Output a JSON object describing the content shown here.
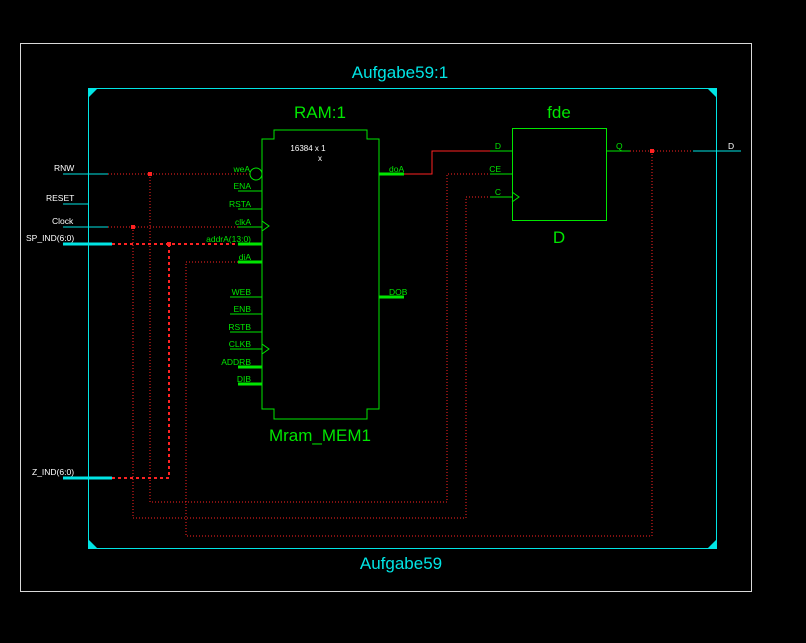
{
  "schematic": {
    "instance_title": "Aufgabe59:1",
    "module_name": "Aufgabe59",
    "colors": {
      "background": "#000000",
      "outer_frame": "#d9d9d9",
      "module_border": "#00e5e5",
      "symbol": "#00e600",
      "net": "#ff2222",
      "bus_port": "#00e5e5",
      "label": "#ffffff"
    }
  },
  "ports_in": {
    "rnw": "RNW",
    "reset": "RESET",
    "clock": "Clock",
    "sp_ind": "SP_IND(6:0)",
    "z_ind": "Z_IND(6:0)"
  },
  "ports_out": {
    "d": "D"
  },
  "ram": {
    "title": "RAM:1",
    "instance": "Mram_MEM1",
    "size_line1": "16384  x 1",
    "size_line2": "x",
    "pins_left": [
      "weA",
      "ENA",
      "RSTA",
      "clkA",
      "addrA(13:0)",
      "diA",
      "WEB",
      "ENB",
      "RSTB",
      "CLKB",
      "ADDRB",
      "DIB"
    ],
    "pins_right": [
      "doA",
      "DOB"
    ]
  },
  "fde": {
    "title": "fde",
    "instance": "D",
    "pins_left": [
      "D",
      "CE",
      "C"
    ],
    "pins_right": [
      "Q"
    ]
  }
}
